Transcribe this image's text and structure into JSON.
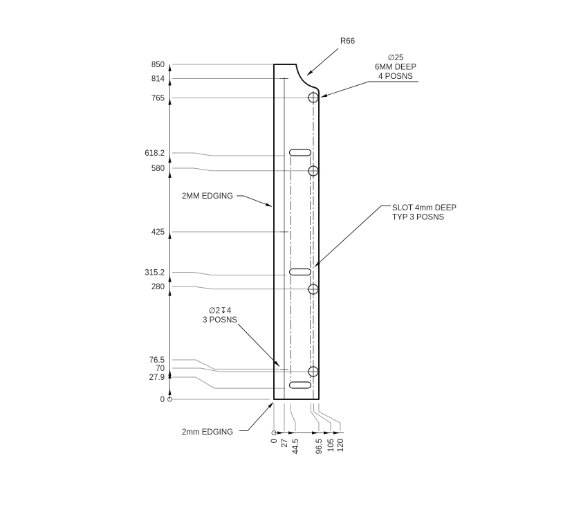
{
  "drawing": {
    "left_dimensions": [
      "850",
      "814",
      "765",
      "618.2",
      "580",
      "425",
      "315.2",
      "280",
      "76.5",
      "70",
      "27.9",
      "0"
    ],
    "bottom_dimensions": [
      "0",
      "27",
      "44.5",
      "96.5",
      "105",
      "120"
    ],
    "annotations": {
      "radius_callout": "R66",
      "large_hole_line1": "∅25",
      "large_hole_line2": "6MM DEEP",
      "large_hole_line3": "4 POSNS",
      "edging_top": "2MM EDGING",
      "slot_line1": "SLOT 4mm DEEP",
      "slot_line2": "TYP 3 POSNS",
      "small_hole_line1": "∅2↧4",
      "small_hole_line2": "3 POSNS",
      "edging_bottom": "2mm EDGING"
    },
    "colors": {
      "outline": "#1a1a1a",
      "dimension_lines": "#555555",
      "extension_lines": "#9b9b9b",
      "text": "#2a2a2a"
    }
  }
}
